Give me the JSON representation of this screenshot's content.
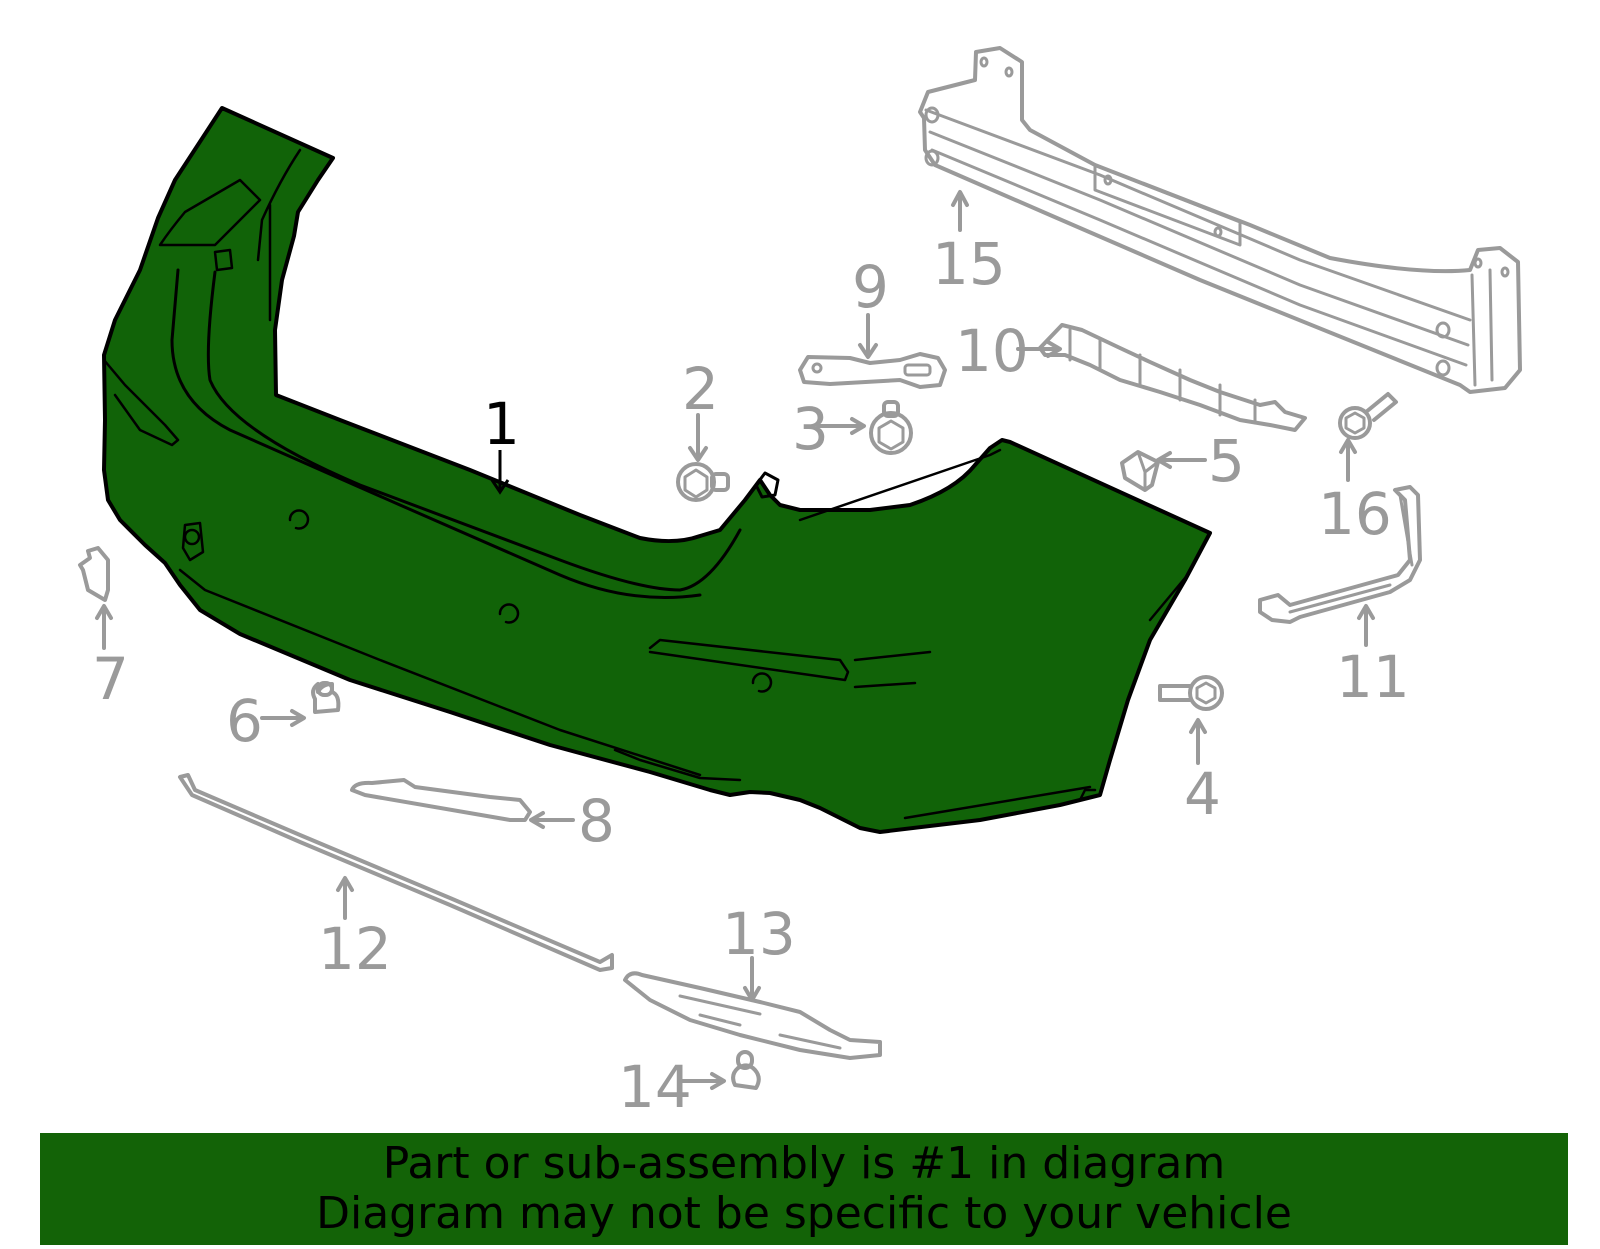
{
  "diagram": {
    "title": "Rear bumper cover assembly exploded parts diagram",
    "highlight_color": "#116308",
    "parts_color": "#9a9a9a",
    "highlighted_part": "1",
    "callouts": [
      {
        "id": "1",
        "label": "1",
        "highlighted": true
      },
      {
        "id": "2",
        "label": "2"
      },
      {
        "id": "3",
        "label": "3"
      },
      {
        "id": "4",
        "label": "4"
      },
      {
        "id": "5",
        "label": "5"
      },
      {
        "id": "6",
        "label": "6"
      },
      {
        "id": "7",
        "label": "7"
      },
      {
        "id": "8",
        "label": "8"
      },
      {
        "id": "9",
        "label": "9"
      },
      {
        "id": "10",
        "label": "10"
      },
      {
        "id": "11",
        "label": "11"
      },
      {
        "id": "12",
        "label": "12"
      },
      {
        "id": "13",
        "label": "13"
      },
      {
        "id": "14",
        "label": "14"
      },
      {
        "id": "15",
        "label": "15"
      },
      {
        "id": "16",
        "label": "16"
      }
    ]
  },
  "banner": {
    "color": "#136307",
    "line1": "Part or sub-assembly is #1 in diagram",
    "line2": "Diagram may not be specific to your vehicle"
  }
}
